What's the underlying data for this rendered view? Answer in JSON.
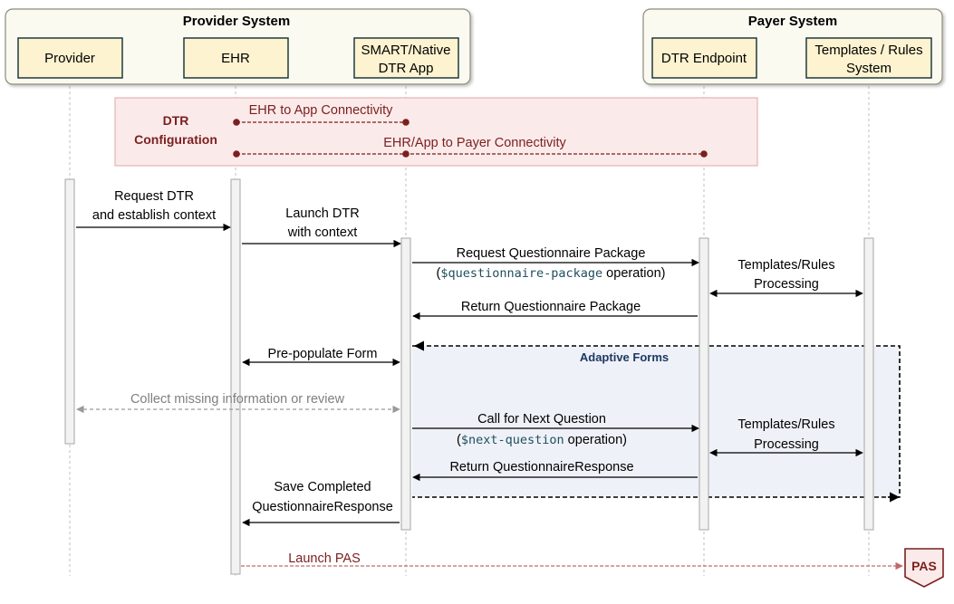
{
  "groups": {
    "provider_title": "Provider System",
    "payer_title": "Payer System"
  },
  "participants": {
    "provider": "Provider",
    "ehr": "EHR",
    "app_line1": "SMART/Native",
    "app_line2": "DTR App",
    "endpoint": "DTR Endpoint",
    "templates_line1": "Templates / Rules",
    "templates_line2": "System"
  },
  "config": {
    "label_line1": "DTR",
    "label_line2": "Configuration",
    "ehr_app": "EHR to App Connectivity",
    "ehr_payer": "EHR/App to Payer Connectivity"
  },
  "adaptive_label": "Adaptive Forms",
  "messages": {
    "request_dtr_1": "Request DTR",
    "request_dtr_2": "and establish context",
    "launch_dtr_1": "Launch DTR",
    "launch_dtr_2": "with context",
    "req_pkg": "Request Questionnaire Package",
    "req_pkg_op_open": "(",
    "req_pkg_op_code": "$questionnaire-package",
    "req_pkg_op_rest": " operation)",
    "tr_processing_1": "Templates/Rules",
    "tr_processing_2": "Processing",
    "ret_pkg": "Return Questionnaire Package",
    "prepopulate": "Pre-populate Form",
    "collect": "Collect missing information or review",
    "next_q": "Call for Next Question",
    "next_q_op_open": "(",
    "next_q_op_code": "$next-question",
    "next_q_op_rest": " operation)",
    "ret_qr": "Return QuestionnaireResponse",
    "save_1": "Save Completed",
    "save_2": "QuestionnaireResponse",
    "launch_pas": "Launch PAS"
  },
  "pas_label": "PAS",
  "colors": {
    "participant_fill": "#fdf3d0",
    "participant_stroke": "#1f3b3a",
    "group_fill": "#fbfaf1",
    "group_stroke": "#8c8c78",
    "config_fill": "#fbeaea",
    "config_stroke": "#e3a6a6",
    "connectivity": "#7b1f1f",
    "adaptive_fill": "#eef1f7",
    "adaptive_text": "#1f3864",
    "code": "#1f4e5f",
    "activation_fill": "#f2f2f2",
    "activation_stroke": "#a6a6a6",
    "lifeline": "#bfbfbf"
  }
}
